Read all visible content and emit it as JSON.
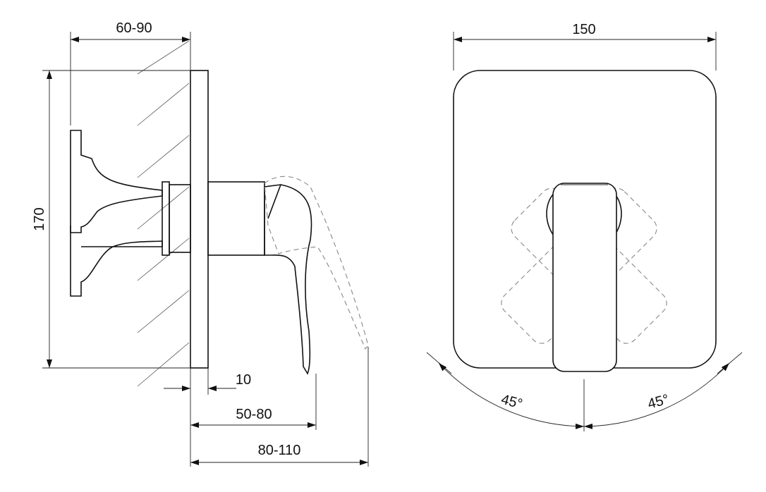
{
  "drawing": {
    "side_view": {
      "depth_range": "60-90",
      "height": "170",
      "plate_thickness": "10",
      "handle_projection": "50-80",
      "total_projection": "80-110"
    },
    "front_view": {
      "width": "150",
      "rotation_left": "45°",
      "rotation_right": "45°"
    }
  }
}
